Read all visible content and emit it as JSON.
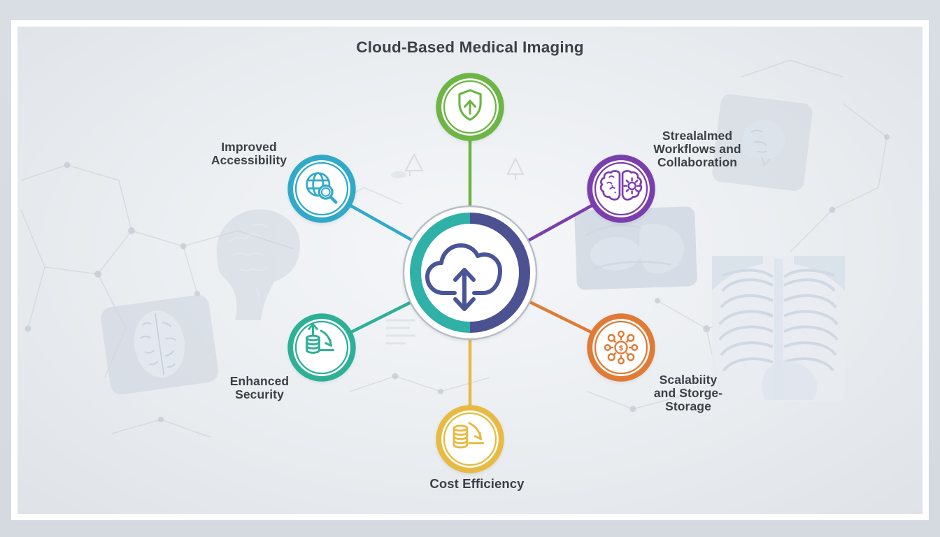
{
  "title": "Cloud-Based Medical Imaging",
  "center": {
    "icon": "cloud-upload-download-icon",
    "ring_left_color": "#2fb1a8",
    "ring_right_color": "#4b5191",
    "cloud_color": "#4a5596"
  },
  "nodes": [
    {
      "id": "data-protection",
      "icon": "shield-up-arrow-icon",
      "color": "#6db544",
      "label": ""
    },
    {
      "id": "improved-accessibility",
      "icon": "globe-search-icon",
      "color": "#31a9c9",
      "label": "Improved\nAccessibility"
    },
    {
      "id": "streamlined-workflows",
      "icon": "brain-gear-icon",
      "color": "#7b3fad",
      "label": "Strealalmed\nWorkflows and\nCollaboration"
    },
    {
      "id": "enhanced-security",
      "icon": "coins-trend-icon",
      "color": "#2eb096",
      "label": "Enhanced\nSecurity"
    },
    {
      "id": "scalability-storage",
      "icon": "network-dollar-icon",
      "color": "#e07b36",
      "label": "Scalabiity\nand Storge-\nStorage"
    },
    {
      "id": "cost-efficiency",
      "icon": "coins-decrease-icon",
      "color": "#e8ba41",
      "label": "Cost Efficiency"
    }
  ],
  "colors": {
    "background_outer": "#d6dbe1",
    "background_inner": "#edf0f3",
    "frame": "#ffffff",
    "text": "#3b4147",
    "green": "#6db544",
    "cyan": "#31a9c9",
    "purple": "#7b3fad",
    "teal": "#2eb096",
    "orange": "#e07b36",
    "yellow": "#e8ba41"
  },
  "background_decorations": [
    "sagittal-brain-mri",
    "axial-brain-scan-tile",
    "brain-outline-tile",
    "shoulder-xray-tile",
    "chest-xray-film",
    "hexagon-network-pattern",
    "arrow-triangle-outlines"
  ]
}
